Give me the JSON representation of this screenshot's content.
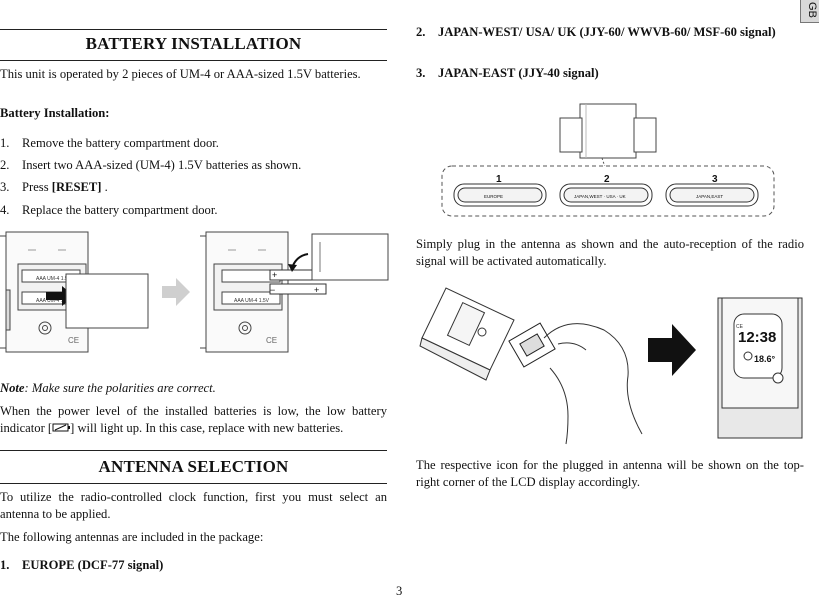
{
  "language_tab": "GB",
  "left": {
    "battery_heading": "BATTERY INSTALLATION",
    "battery_intro": "This unit is operated by 2 pieces of UM-4 or AAA-sized 1.5V batteries.",
    "battery_subheading": "Battery Installation:",
    "steps": [
      {
        "num": "1.",
        "text": "Remove the battery compartment door."
      },
      {
        "num": "2.",
        "text": "Insert two AAA-sized (UM-4) 1.5V batteries as shown."
      },
      {
        "num": "3.",
        "text_pre": "Press ",
        "text_bold": "[RESET]",
        "text_post": " ."
      },
      {
        "num": "4.",
        "text": "Replace the battery compartment door."
      }
    ],
    "battery_figure": {
      "battery_label_1": "AAA UM-4 1.5V",
      "battery_label_2": "AAA UM-4 1.5V",
      "plus": "+",
      "minus": "−",
      "ce_mark": "CE"
    },
    "note_label": "Note",
    "note_text": ": Make sure the polarities are correct.",
    "lowbatt_pre": "When the power level of the installed batteries is low, the low battery indicator [",
    "lowbatt_post": "] will light up.  In this case, replace with new batteries.",
    "antenna_heading": "ANTENNA SELECTION",
    "antenna_intro": "To utilize the radio-controlled clock function, first you must select an antenna to be applied.",
    "antenna_included": "The following antennas are included in the package:",
    "antenna_item_1_num": "1.",
    "antenna_item_1": "EUROPE (DCF-77 signal)"
  },
  "right": {
    "antenna_item_2_num": "2.",
    "antenna_item_2": "JAPAN-WEST/ USA/ UK (JJY-60/ WWVB-60/ MSF-60 signal)",
    "antenna_item_3_num": "3.",
    "antenna_item_3": "JAPAN-EAST (JJY-40 signal)",
    "antenna_figure": {
      "numbers": [
        "1",
        "2",
        "3"
      ],
      "labels": [
        "EUROPE",
        "JAPAN,WEST  ·  USA  ·  UK",
        "JAPAN,EAST"
      ]
    },
    "plug_text": "Simply plug in the antenna as shown and the auto-reception of the radio signal will be activated automatically.",
    "clock_figure": {
      "time": "12:38",
      "temp": "18.6°",
      "ce_mark": "CE"
    },
    "icon_text": "The respective icon for the plugged in antenna will be shown on the top-right corner of the LCD display accordingly."
  },
  "page_number": "3"
}
